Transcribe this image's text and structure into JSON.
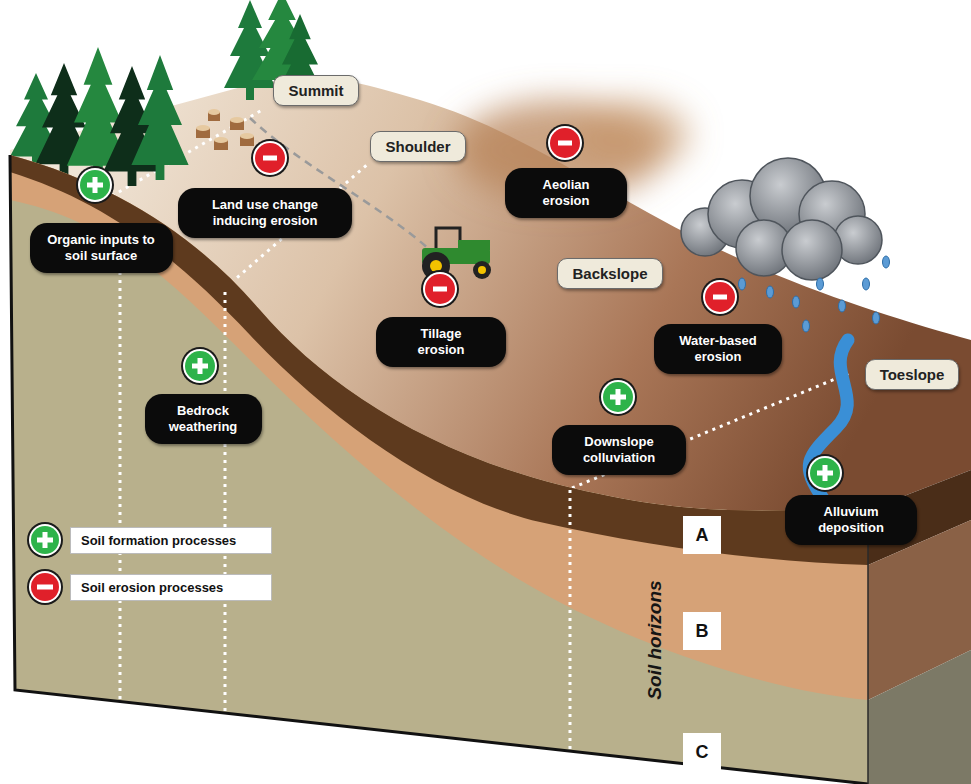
{
  "diagram": {
    "nodes": [
      {
        "text": [
          "Summit"
        ]
      },
      {
        "text": [
          "Shoulder"
        ]
      },
      {
        "text": [
          "Organic inputs to soil surface"
        ]
      },
      {
        "text": [
          "Land use change inducing erosion"
        ]
      },
      {
        "text": [
          "Aeolian erosion"
        ]
      },
      {
        "text": [
          "Backslope"
        ]
      },
      {
        "text": [
          "Tillage erosion"
        ]
      },
      {
        "text": [
          "Water-based erosion"
        ]
      },
      {
        "text": [
          "Toeslope"
        ]
      },
      {
        "text": [
          "Bedrock weathering"
        ]
      },
      {
        "text": [
          "Downslope colluviation"
        ]
      },
      {
        "text": [
          "Alluvium deposition"
        ]
      },
      {
        "text": [
          "A"
        ]
      },
      {
        "text": [
          "B"
        ]
      },
      {
        "text": [
          "C"
        ]
      }
    ],
    "labels": [
      "Soil horizons"
    ],
    "legend": [
      {
        "text": "Soil formation processes",
        "color": "#2db34a"
      },
      {
        "text": "Soil erosion processes",
        "color": "#e0202a"
      }
    ]
  }
}
